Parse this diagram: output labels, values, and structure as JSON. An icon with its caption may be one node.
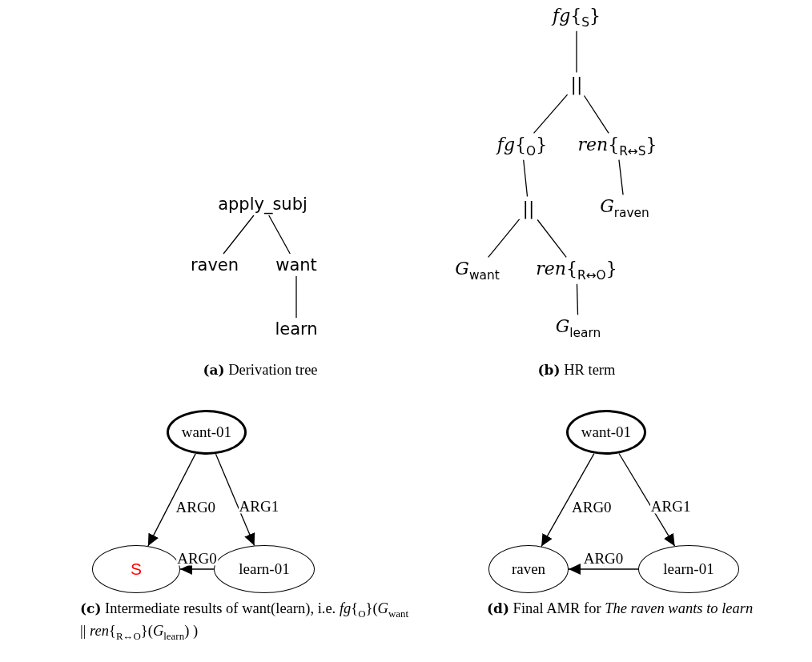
{
  "diagram": {
    "nodes": [
      {
        "text": [
          "apply_subj"
        ]
      },
      {
        "text": [
          "raven"
        ]
      },
      {
        "text": [
          "want"
        ]
      },
      {
        "text": [
          "learn"
        ]
      },
      {
        "text": [
          "*fg*{$_{S}$}"
        ]
      },
      {
        "text": [
          "||"
        ]
      },
      {
        "text": [
          "*fg*{$_{O}$}"
        ]
      },
      {
        "text": [
          "*ren*{$_{R↔S}$}"
        ]
      },
      {
        "text": [
          "||"
        ]
      },
      {
        "text": [
          "*G*$_{raven}$"
        ]
      },
      {
        "text": [
          "*G*$_{want}$"
        ]
      },
      {
        "text": [
          "*ren*{$_{R↔O}$}"
        ]
      },
      {
        "text": [
          "*G*$_{learn}$"
        ]
      },
      {
        "text": [
          "want-01"
        ]
      },
      {
        "text": [
          "S"
        ]
      },
      {
        "text": [
          "learn-01"
        ]
      },
      {
        "text": [
          "want-01"
        ]
      },
      {
        "text": [
          "raven"
        ]
      },
      {
        "text": [
          "learn-01"
        ]
      }
    ],
    "edges": [
      {
        "from": 0,
        "to": 1,
        "arrow": "none"
      },
      {
        "from": 0,
        "to": 2,
        "arrow": "none"
      },
      {
        "from": 2,
        "to": 3,
        "arrow": "none"
      },
      {
        "from": 4,
        "to": 5,
        "arrow": "none"
      },
      {
        "from": 5,
        "to": 6,
        "arrow": "none"
      },
      {
        "from": 5,
        "to": 7,
        "arrow": "none"
      },
      {
        "from": 6,
        "to": 8,
        "arrow": "none"
      },
      {
        "from": 7,
        "to": 9,
        "arrow": "none"
      },
      {
        "from": 8,
        "to": 10,
        "arrow": "none"
      },
      {
        "from": 8,
        "to": 11,
        "arrow": "none"
      },
      {
        "from": 11,
        "to": 12,
        "arrow": "none"
      },
      {
        "from": 13,
        "to": 14,
        "arrow": "to",
        "label": "ARG0"
      },
      {
        "from": 13,
        "to": 15,
        "arrow": "to",
        "label": "ARG1"
      },
      {
        "from": 15,
        "to": 14,
        "arrow": "to",
        "label": "ARG0"
      },
      {
        "from": 16,
        "to": 17,
        "arrow": "to",
        "label": "ARG0"
      },
      {
        "from": 16,
        "to": 18,
        "arrow": "to",
        "label": "ARG1"
      },
      {
        "from": 18,
        "to": 17,
        "arrow": "to",
        "label": "ARG0"
      }
    ],
    "labels": [
      "**(a)** Derivation tree",
      "**(b)** HR term",
      "**(c)** Intermediate results of want(learn), i.e. *fg*{$_{O}$}(*G*$_{want}$ || *ren*{$_{R↔O}$}(*G*$_{learn}$) )",
      "**(d)** Final AMR for *The raven wants to learn*"
    ]
  }
}
